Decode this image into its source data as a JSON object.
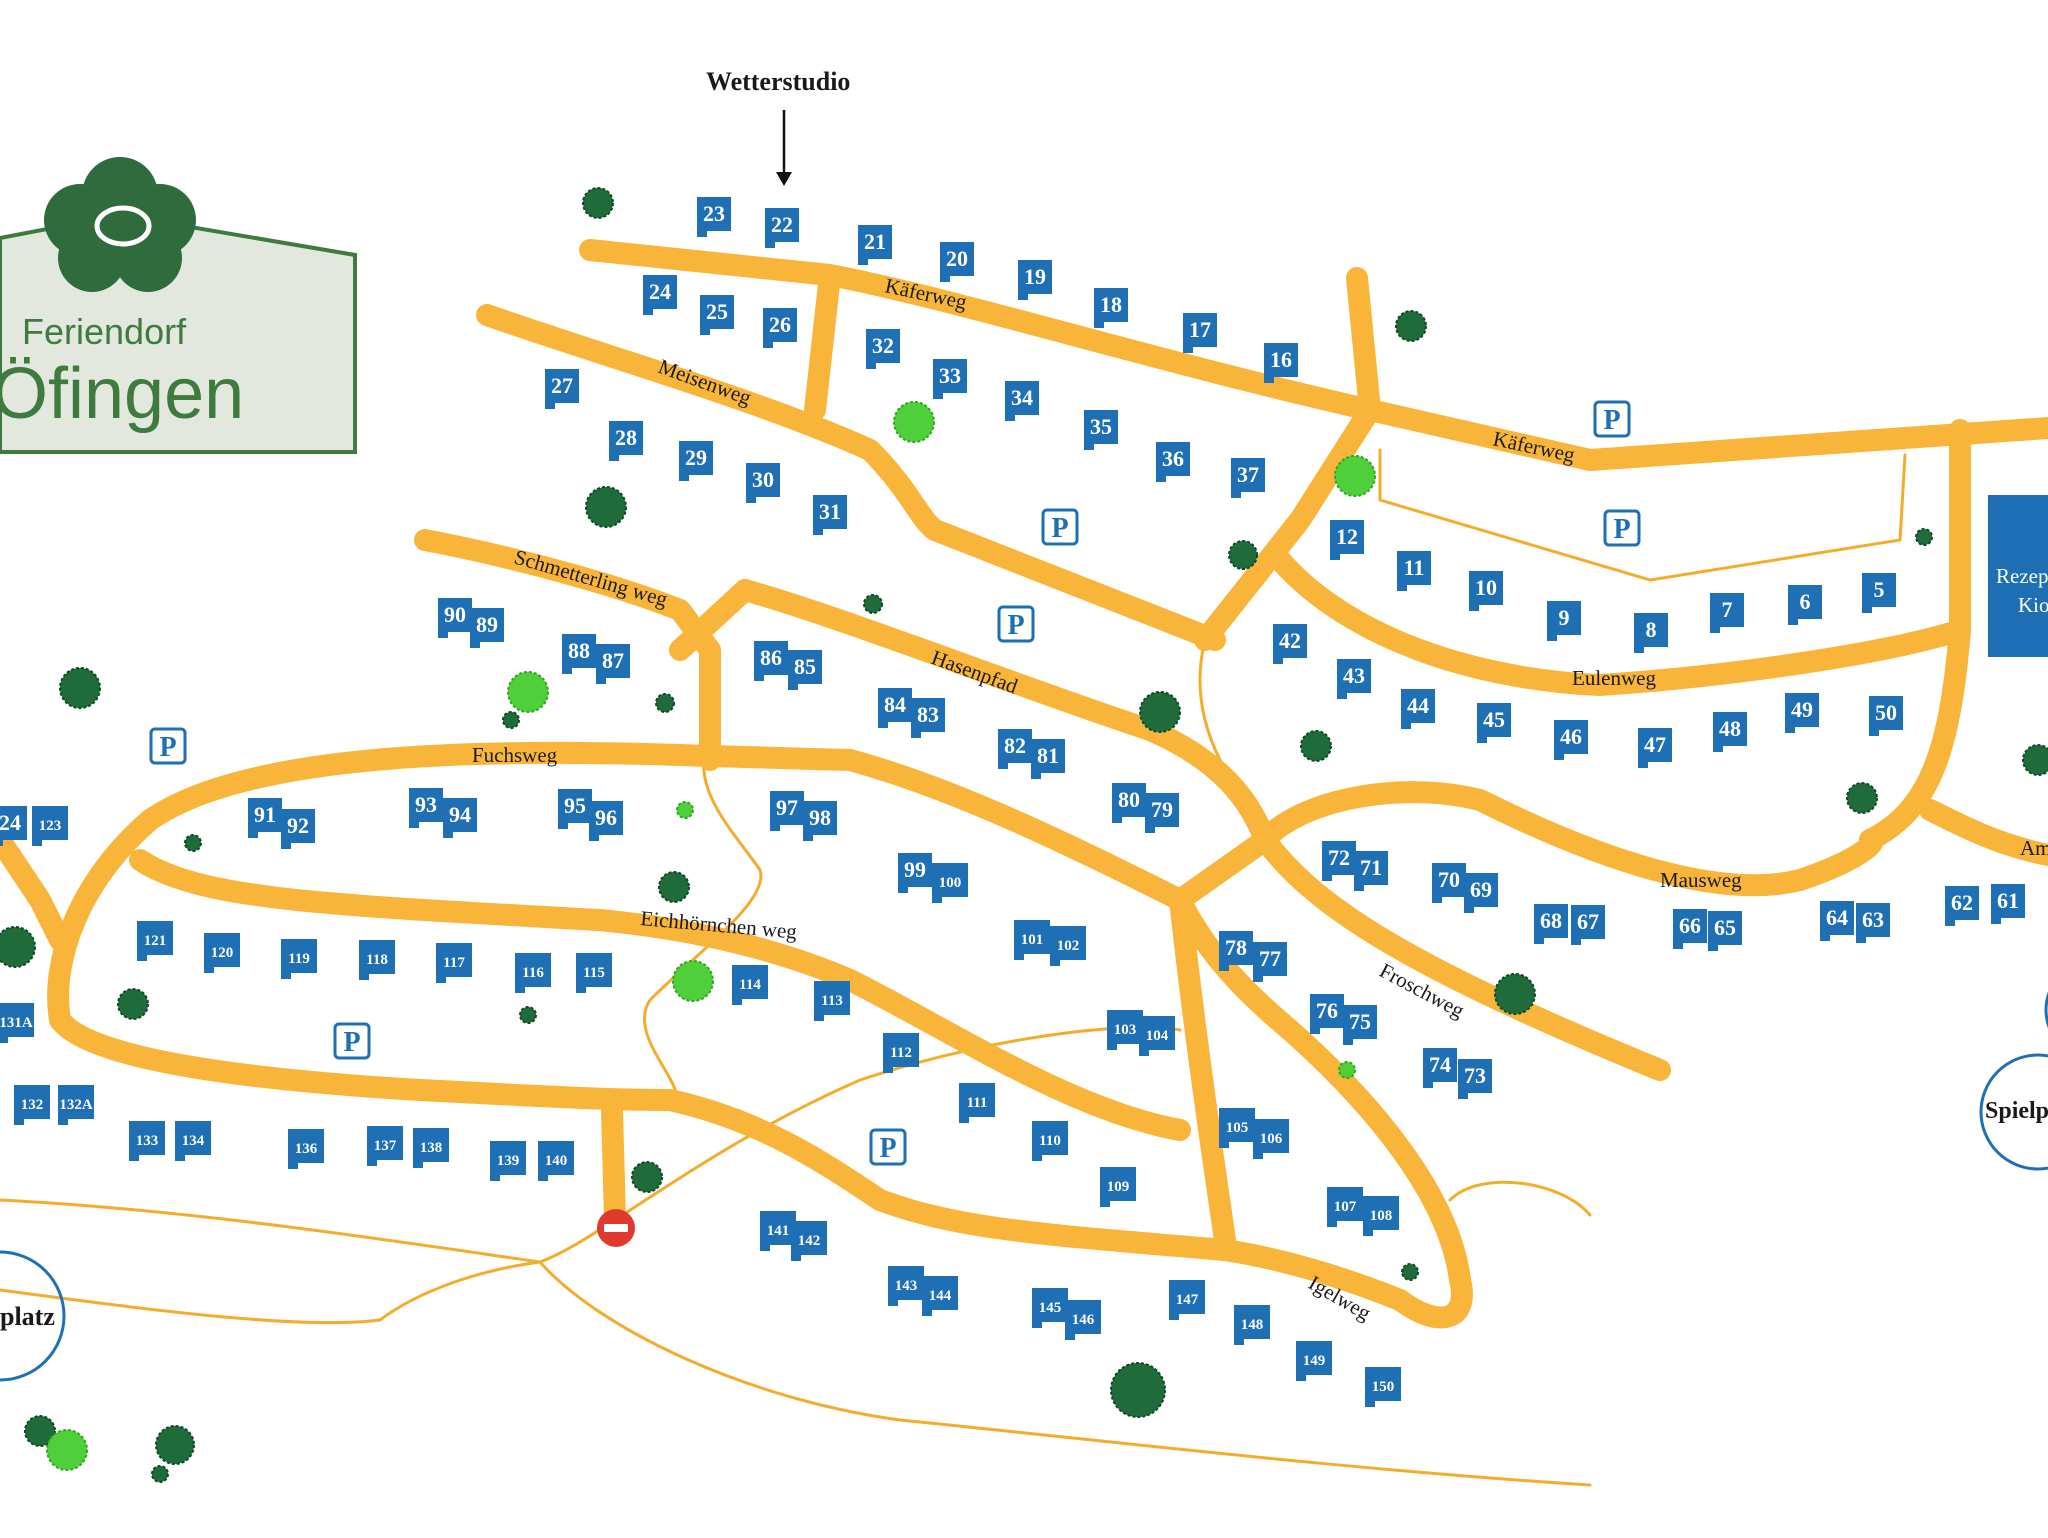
{
  "labels": {
    "weather_studio": "Wetterstudio",
    "logo_line1": "Feriendorf",
    "logo_line2": "Öfingen",
    "reception_line1": "Rezep",
    "reception_line2": "Kio",
    "playground_right": "Spielp",
    "playground_left": "platz",
    "parking_symbol": "P"
  },
  "colors": {
    "road": "#f8b53a",
    "house": "#1f6fb5",
    "logo_green": "#3f7a3f",
    "tree_dark": "#1f6b3a",
    "tree_light": "#4fcf3a"
  },
  "streets": [
    {
      "id": "kaeferweg-1",
      "text": "Käferweg"
    },
    {
      "id": "kaeferweg-2",
      "text": "Käferweg"
    },
    {
      "id": "meisenweg",
      "text": "Meisenweg"
    },
    {
      "id": "schmetterlingweg",
      "text": "Schmetterling weg"
    },
    {
      "id": "hasenpfad",
      "text": "Hasenpfad"
    },
    {
      "id": "fuchsweg",
      "text": "Fuchsweg"
    },
    {
      "id": "eulenweg",
      "text": "Eulenweg"
    },
    {
      "id": "mausweg",
      "text": "Mausweg"
    },
    {
      "id": "eichhoernchenweg",
      "text": "Eichhörnchen weg"
    },
    {
      "id": "froschweg",
      "text": "Froschweg"
    },
    {
      "id": "igelweg",
      "text": "Igelweg"
    },
    {
      "id": "am",
      "text": "Am"
    }
  ],
  "houses": [
    "23",
    "22",
    "21",
    "20",
    "19",
    "18",
    "17",
    "16",
    "24",
    "25",
    "26",
    "32",
    "33",
    "34",
    "35",
    "36",
    "37",
    "27",
    "28",
    "29",
    "30",
    "31",
    "12",
    "11",
    "10",
    "9",
    "8",
    "7",
    "6",
    "5",
    "42",
    "43",
    "44",
    "45",
    "46",
    "47",
    "48",
    "49",
    "50",
    "90",
    "89",
    "88",
    "87",
    "86",
    "85",
    "84",
    "83",
    "82",
    "81",
    "80",
    "79",
    "72",
    "71",
    "70",
    "69",
    "68",
    "67",
    "66",
    "65",
    "64",
    "63",
    "62",
    "61",
    "24",
    "123",
    "91",
    "92",
    "93",
    "94",
    "95",
    "96",
    "97",
    "98",
    "99",
    "100",
    "101",
    "102",
    "78",
    "77",
    "76",
    "75",
    "74",
    "73",
    "121",
    "120",
    "119",
    "118",
    "117",
    "116",
    "115",
    "114",
    "113",
    "112",
    "111",
    "110",
    "109",
    "103",
    "104",
    "105",
    "106",
    "107",
    "108",
    "131A",
    "132",
    "132A",
    "133",
    "134",
    "136",
    "137",
    "138",
    "139",
    "140",
    "141",
    "142",
    "143",
    "144",
    "145",
    "146",
    "147",
    "148",
    "149",
    "150"
  ]
}
